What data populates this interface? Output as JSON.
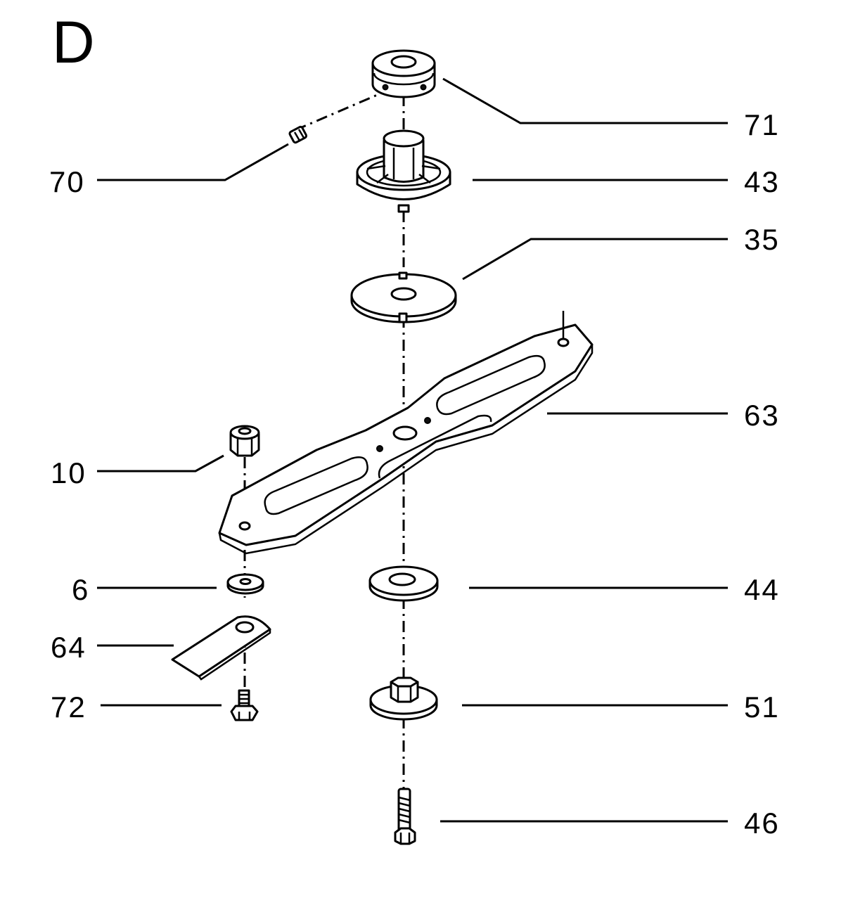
{
  "section": "D",
  "callouts": {
    "p71": "71",
    "p70": "70",
    "p43": "43",
    "p35": "35",
    "p63": "63",
    "p10": "10",
    "p6": "6",
    "p44": "44",
    "p64": "64",
    "p72": "72",
    "p51": "51",
    "p46": "46"
  }
}
